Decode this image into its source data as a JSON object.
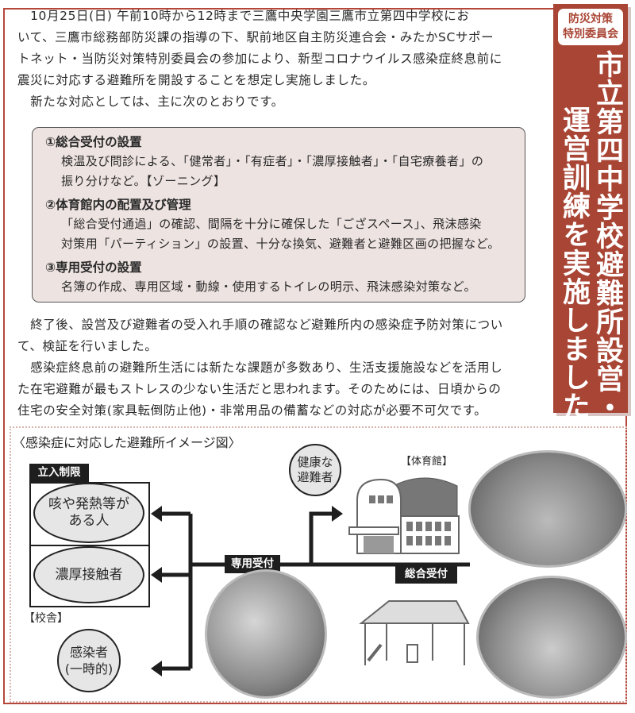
{
  "article": {
    "intro_lines": [
      "　10月25日(日) 午前10時から12時まで三鷹中央学園三鷹市立第四中学校にお",
      "いて、三鷹市総務部防災課の指導の下、駅前地区自主防災連合会・みたかSCサポー",
      "トネット・当防災対策特別委員会の参加により、新型コロナウイルス感染症終息前に",
      "震災に対応する避難所を開設することを想定し実施しました。",
      "　新たな対応としては、主に次のとおりです。"
    ],
    "measures": [
      {
        "heading": "①総合受付の設置",
        "lines": [
          "検温及び問診による、「健常者」・「有症者」・「濃厚接触者」・「自宅療養者」の",
          "振り分けなど。【ゾーニング】"
        ]
      },
      {
        "heading": "②体育館内の配置及び管理",
        "lines": [
          "「総合受付通過」の確認、間隔を十分に確保した「ござスペース」、飛沫感染",
          "対策用「パーティション」の設置、十分な換気、避難者と避難区画の把握など。"
        ]
      },
      {
        "heading": "③専用受付の設置",
        "lines": [
          "名簿の作成、専用区域・動線・使用するトイレの明示、飛沫感染対策など。"
        ]
      }
    ],
    "closing_lines": [
      "　終了後、設営及び避難者の受入れ手順の確認など避難所内の感染症予防対策につい",
      "て、検証を行いました。",
      "　感染症終息前の避難所生活には新たな課題が多数あり、生活支援施設などを活用し",
      "た在宅避難が最もストレスの少ない生活だと思われます。そのためには、日頃からの",
      "住宅の安全対策(家具転倒防止他)・非常用品の備蓄などの対応が必要不可欠です。"
    ]
  },
  "title_panel": {
    "badge_line1": "防災対策",
    "badge_line2": "特別委員会",
    "title_col1": "市立第四中学校避難所設営・",
    "title_col2": "運営訓練を実施しました",
    "color": "#a94535"
  },
  "diagram": {
    "caption": "〈感染症に対応した避難所イメージ図〉",
    "restricted_label": "立入制限",
    "group1_line1": "咳や発熱等が",
    "group1_line2": "ある人",
    "group2": "濃厚接触者",
    "school_label": "【校舎】",
    "infected_line1": "感染者",
    "infected_line2": "(一時的)",
    "healthy_line1": "健康な",
    "healthy_line2": "避難者",
    "gym_label": "【体育館】",
    "dedicated_reception": "専用受付",
    "general_reception": "総合受付"
  }
}
